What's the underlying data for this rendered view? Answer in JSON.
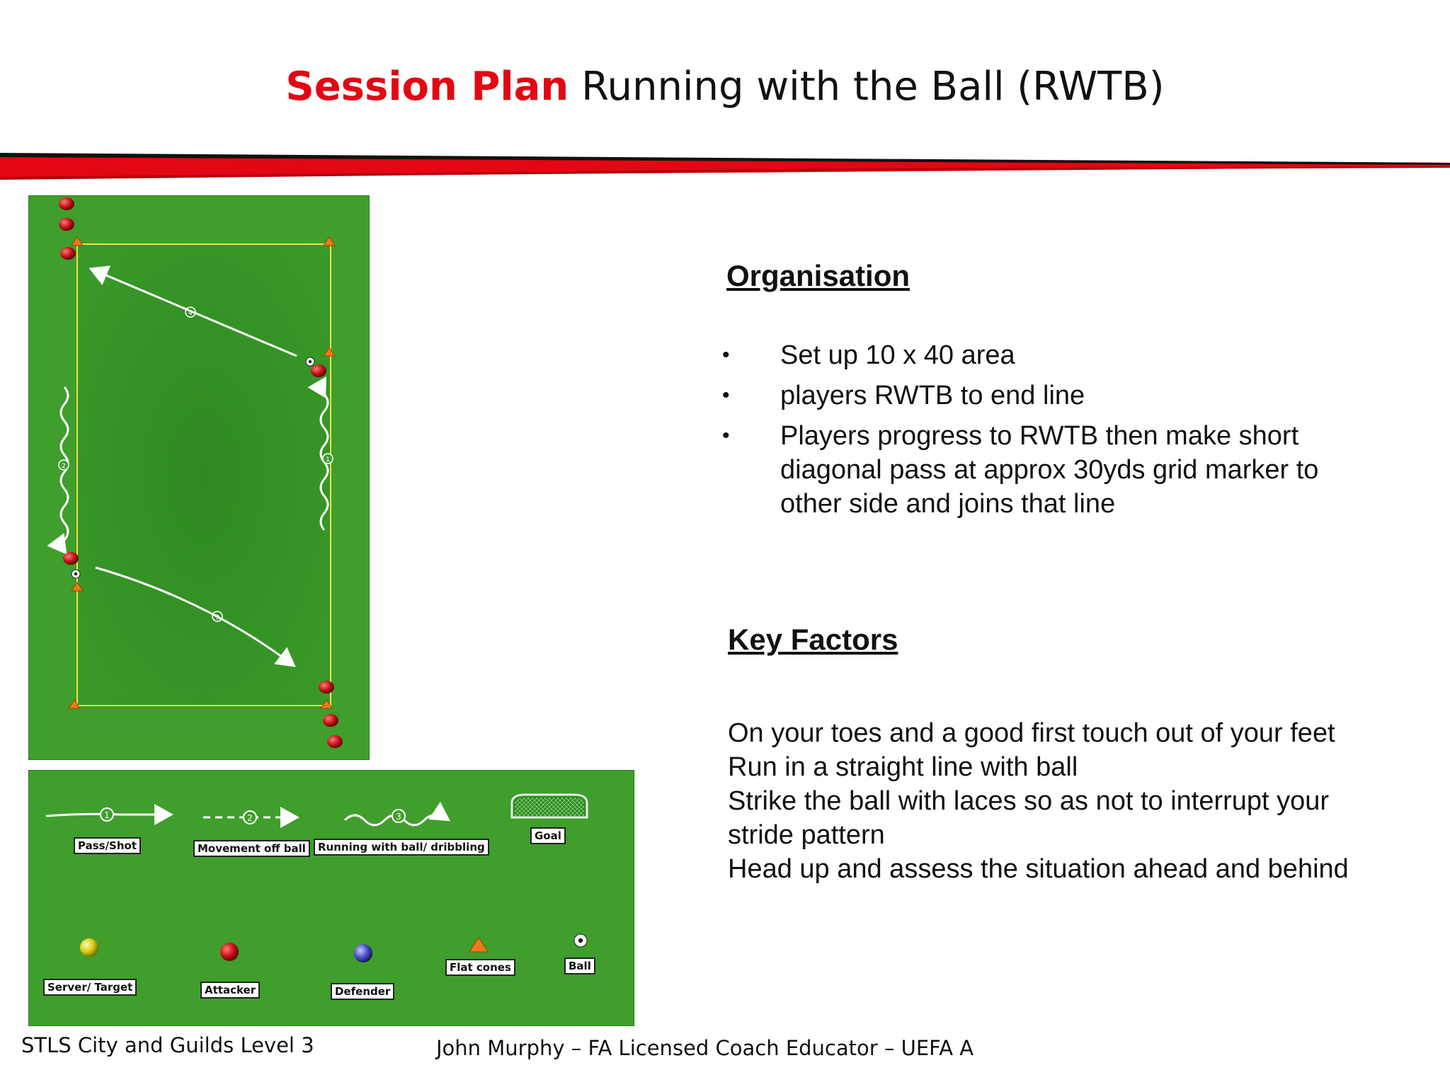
{
  "title": {
    "accent": "Session Plan",
    "main": " Running with the Ball (RWTB)",
    "accent_color": "#e30613"
  },
  "diagram": {
    "route_labels": [
      "4",
      "2",
      "1",
      "3"
    ]
  },
  "legend": {
    "pass_number": "1",
    "movement_number": "2",
    "dribble_number": "3",
    "pass_label": "Pass/Shot",
    "movement_label": "Movement off ball",
    "dribble_label": "Running with ball/ dribbling",
    "goal_label": "Goal",
    "server_label": "Server/ Target",
    "attacker_label": "Attacker",
    "defender_label": "Defender",
    "cones_label": "Flat cones",
    "ball_label": "Ball"
  },
  "organisation": {
    "heading": "Organisation",
    "items": [
      "Set up 10 x 40 area",
      "players RWTB to end line",
      "Players progress to RWTB then make short diagonal pass  at approx 30yds grid marker to other side and joins that line"
    ]
  },
  "key_factors": {
    "heading": "Key Factors",
    "lines": [
      "On your toes and a good first touch out of your feet",
      "Run in a straight line with ball",
      "Strike the ball with laces so as not to interrupt your stride pattern",
      "Head up and assess the situation ahead and behind"
    ]
  },
  "footer": {
    "left": "STLS City and Guilds Level 3",
    "center": "John Murphy – FA Licensed Coach Educator – UEFA A"
  },
  "colors": {
    "pitch": "#3f9e2c",
    "grid_line": "#e8e24a",
    "cone": "#f07a1a",
    "attacker": "#c8141a",
    "defender": "#2b2fa8",
    "server": "#d8cc12"
  }
}
